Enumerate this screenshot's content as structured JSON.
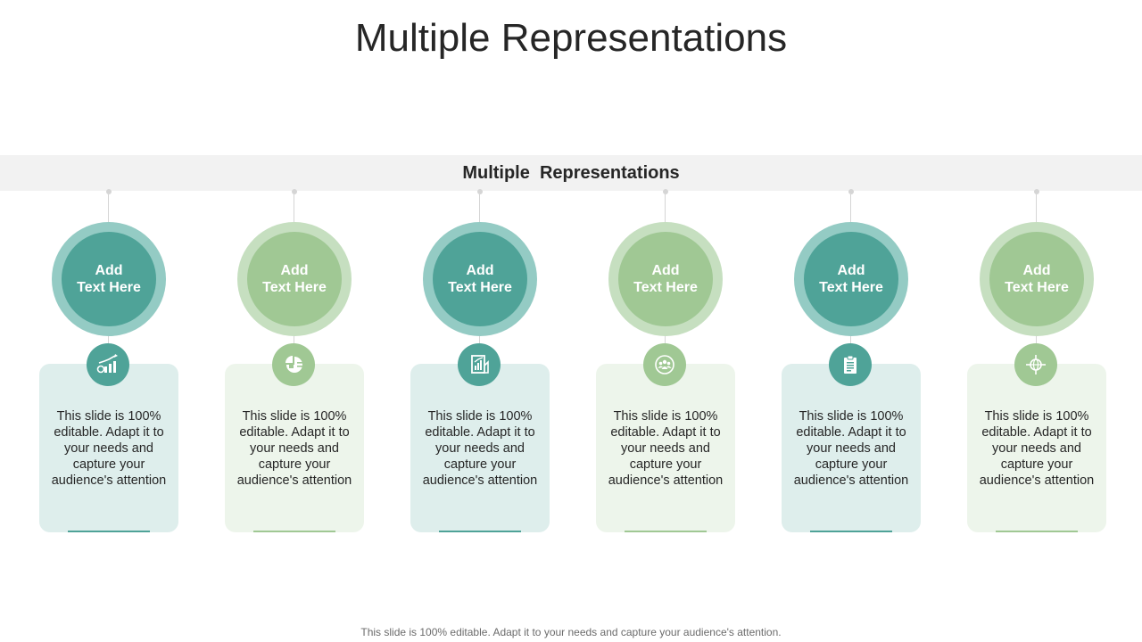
{
  "page": {
    "title": "Multiple Representations",
    "band_title": "Multiple  Representations",
    "footer": "This slide is 100% editable. Adapt it to your needs and capture your audience's attention."
  },
  "colors": {
    "teal_dark": "#4fa398",
    "teal_light": "#94cbc4",
    "teal_card": "#deeeec",
    "green_dark": "#a0c894",
    "green_light": "#c6dfc0",
    "green_card": "#edf5eb",
    "band": "#f2f2f2"
  },
  "items": [
    {
      "circle_line1": "Add",
      "circle_line2": "Text Here",
      "icon": "growth-chart-icon",
      "text": "This slide is 100% editable. Adapt it to your needs and capture your audience's attention",
      "variant": "teal"
    },
    {
      "circle_line1": "Add",
      "circle_line2": "Text Here",
      "icon": "pie-chart-icon",
      "text": "This slide is 100% editable. Adapt it to your needs and capture your audience's attention",
      "variant": "green"
    },
    {
      "circle_line1": "Add",
      "circle_line2": "Text Here",
      "icon": "report-chart-icon",
      "text": "This slide is 100% editable. Adapt it to your needs and capture your audience's attention",
      "variant": "teal"
    },
    {
      "circle_line1": "Add",
      "circle_line2": "Text Here",
      "icon": "team-circle-icon",
      "text": "This slide is 100% editable. Adapt it to your needs and capture your audience's attention",
      "variant": "green"
    },
    {
      "circle_line1": "Add",
      "circle_line2": "Text Here",
      "icon": "clipboard-icon",
      "text": "This slide is 100% editable. Adapt it to your needs and capture your audience's attention",
      "variant": "teal"
    },
    {
      "circle_line1": "Add",
      "circle_line2": "Text Here",
      "icon": "target-globe-icon",
      "text": "This slide is 100% editable. Adapt it to your needs and capture your audience's attention",
      "variant": "green"
    }
  ]
}
